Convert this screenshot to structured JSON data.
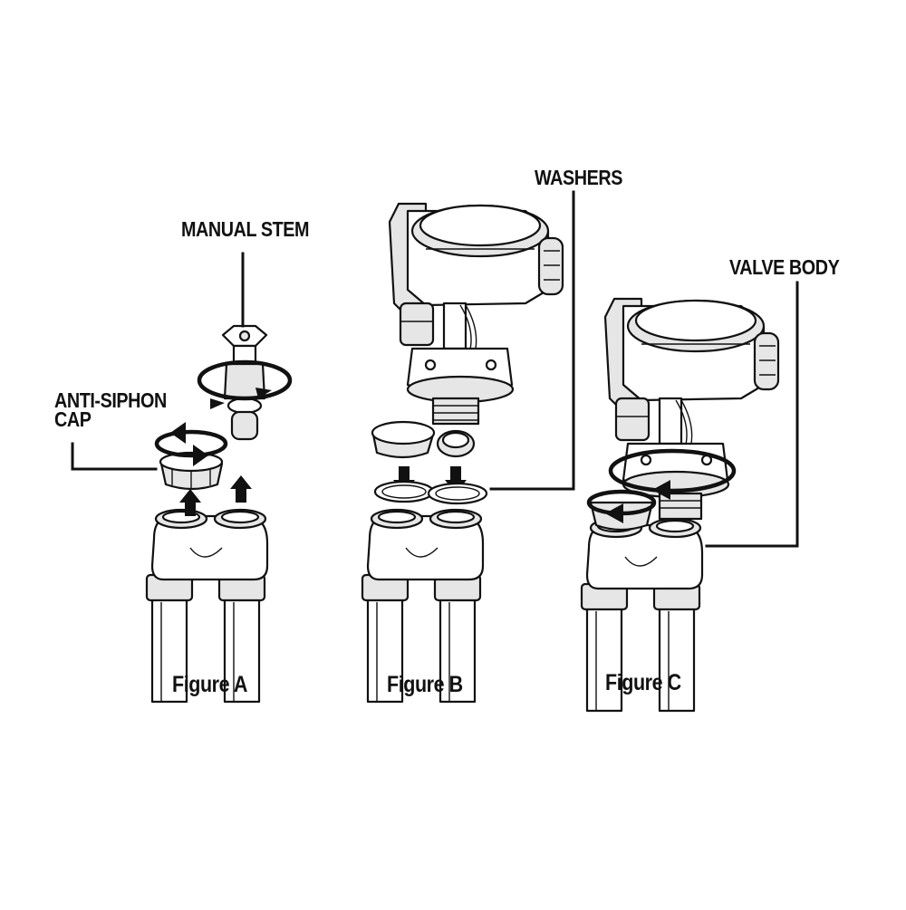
{
  "callouts": {
    "manual_stem": "MANUAL STEM",
    "anti_siphon_cap_line1": "ANTI-SIPHON",
    "anti_siphon_cap_line2": "CAP",
    "washers": "WASHERS",
    "valve_body": "VALVE BODY"
  },
  "figures": {
    "a": "Figure A",
    "b": "Figure B",
    "c": "Figure C"
  },
  "colors": {
    "ink": "#111111",
    "shade": "#e6e6e6",
    "dark_shade": "#cfcfcf",
    "background": "#ffffff"
  }
}
